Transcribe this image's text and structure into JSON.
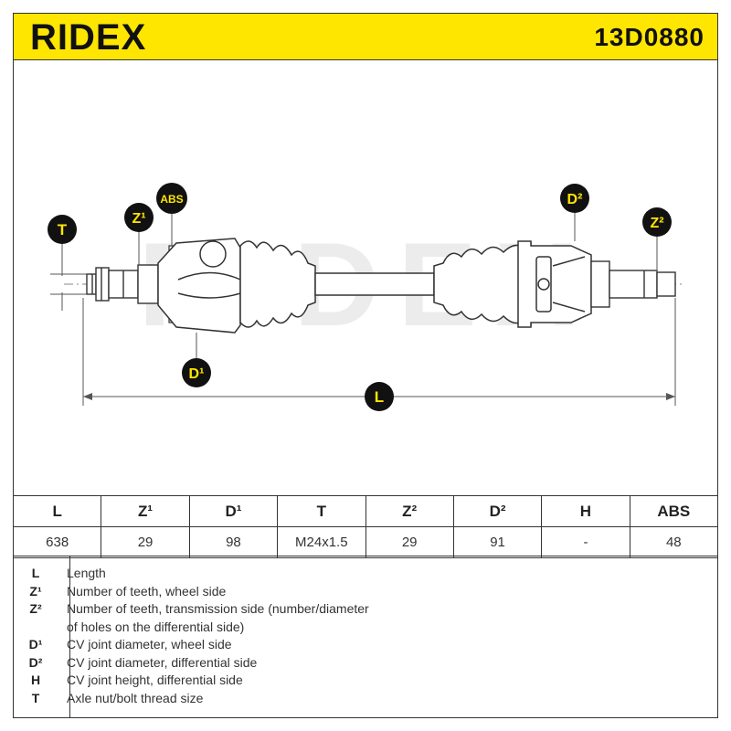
{
  "header": {
    "brand": "RIDEX",
    "part_number": "13D0880",
    "accent_color": "#ffe600"
  },
  "drawing": {
    "watermark": "RIDEX",
    "labels": {
      "T": "T",
      "Z1": "Z¹",
      "ABS": "ABS",
      "D1": "D¹",
      "D2": "D²",
      "Z2": "Z²",
      "L": "L"
    }
  },
  "spec_table": {
    "headers": [
      "L",
      "Z¹",
      "D¹",
      "T",
      "Z²",
      "D²",
      "H",
      "ABS"
    ],
    "values": [
      "638",
      "29",
      "98",
      "M24x1.5",
      "29",
      "91",
      "-",
      "48"
    ]
  },
  "legend": [
    {
      "key": "L",
      "text": "Length"
    },
    {
      "key": "Z¹",
      "text": "Number of teeth, wheel side"
    },
    {
      "key": "Z²",
      "text": "Number of teeth, transmission side (number/diameter"
    },
    {
      "key": "",
      "text": "of holes on the differential side)"
    },
    {
      "key": "D¹",
      "text": "CV joint diameter, wheel side"
    },
    {
      "key": "D²",
      "text": "CV joint diameter, differential side"
    },
    {
      "key": "H",
      "text": "CV joint height, differential side"
    },
    {
      "key": "T",
      "text": "Axle nut/bolt thread size"
    }
  ]
}
